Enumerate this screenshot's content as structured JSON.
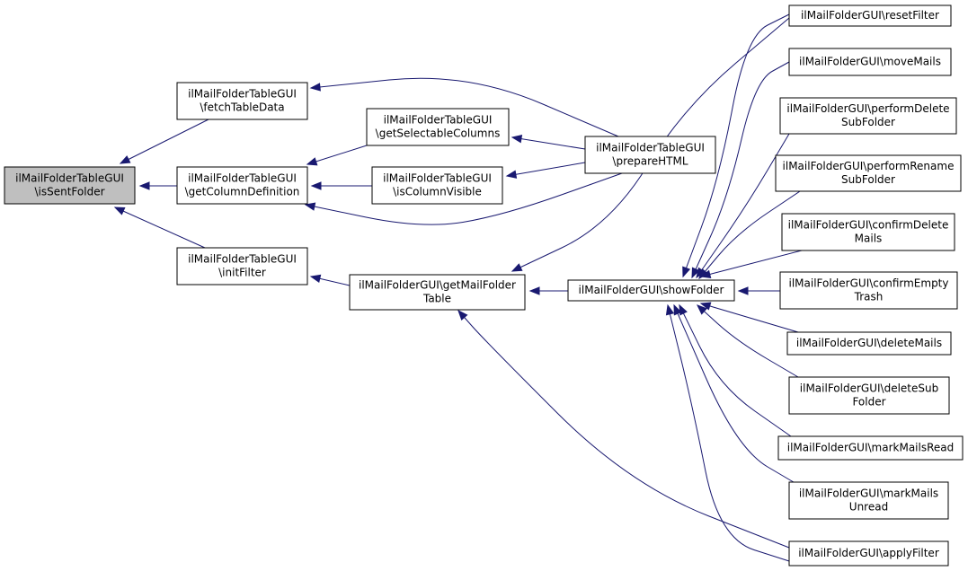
{
  "diagram": {
    "edge_color": "#191970",
    "root_fill": "#bfbfbf",
    "nodes": [
      {
        "id": "isSentFolder",
        "lines": [
          "ilMailFolderTableGUI",
          "\\isSentFolder"
        ],
        "root": true
      },
      {
        "id": "fetchTableData",
        "lines": [
          "ilMailFolderTableGUI",
          "\\fetchTableData"
        ]
      },
      {
        "id": "getColumnDefinition",
        "lines": [
          "ilMailFolderTableGUI",
          "\\getColumnDefinition"
        ]
      },
      {
        "id": "initFilter",
        "lines": [
          "ilMailFolderTableGUI",
          "\\initFilter"
        ]
      },
      {
        "id": "getSelectableColumns",
        "lines": [
          "ilMailFolderTableGUI",
          "\\getSelectableColumns"
        ]
      },
      {
        "id": "isColumnVisible",
        "lines": [
          "ilMailFolderTableGUI",
          "\\isColumnVisible"
        ]
      },
      {
        "id": "prepareHTML",
        "lines": [
          "ilMailFolderTableGUI",
          "\\prepareHTML"
        ]
      },
      {
        "id": "getMailFolderTable",
        "lines": [
          "ilMailFolderGUI\\getMailFolder",
          "Table"
        ]
      },
      {
        "id": "showFolder",
        "lines": [
          "ilMailFolderGUI\\showFolder"
        ]
      },
      {
        "id": "resetFilter",
        "lines": [
          "ilMailFolderGUI\\resetFilter"
        ]
      },
      {
        "id": "moveMails",
        "lines": [
          "ilMailFolderGUI\\moveMails"
        ]
      },
      {
        "id": "performDeleteSubFolder",
        "lines": [
          "ilMailFolderGUI\\performDelete",
          "SubFolder"
        ]
      },
      {
        "id": "performRenameSubFolder",
        "lines": [
          "ilMailFolderGUI\\performRename",
          "SubFolder"
        ]
      },
      {
        "id": "confirmDeleteMails",
        "lines": [
          "ilMailFolderGUI\\confirmDelete",
          "Mails"
        ]
      },
      {
        "id": "confirmEmptyTrash",
        "lines": [
          "ilMailFolderGUI\\confirmEmpty",
          "Trash"
        ]
      },
      {
        "id": "deleteMails",
        "lines": [
          "ilMailFolderGUI\\deleteMails"
        ]
      },
      {
        "id": "deleteSubFolder",
        "lines": [
          "ilMailFolderGUI\\deleteSub",
          "Folder"
        ]
      },
      {
        "id": "markMailsRead",
        "lines": [
          "ilMailFolderGUI\\markMailsRead"
        ]
      },
      {
        "id": "markMailsUnread",
        "lines": [
          "ilMailFolderGUI\\markMails",
          "Unread"
        ]
      },
      {
        "id": "applyFilter",
        "lines": [
          "ilMailFolderGUI\\applyFilter"
        ]
      }
    ],
    "edges": [
      {
        "from": "fetchTableData",
        "to": "isSentFolder"
      },
      {
        "from": "getColumnDefinition",
        "to": "isSentFolder"
      },
      {
        "from": "initFilter",
        "to": "isSentFolder"
      },
      {
        "from": "prepareHTML",
        "to": "fetchTableData"
      },
      {
        "from": "getSelectableColumns",
        "to": "getColumnDefinition"
      },
      {
        "from": "isColumnVisible",
        "to": "getColumnDefinition"
      },
      {
        "from": "prepareHTML",
        "to": "getColumnDefinition"
      },
      {
        "from": "getMailFolderTable",
        "to": "initFilter"
      },
      {
        "from": "prepareHTML",
        "to": "getSelectableColumns"
      },
      {
        "from": "prepareHTML",
        "to": "isColumnVisible"
      },
      {
        "from": "showFolder",
        "to": "getMailFolderTable"
      },
      {
        "from": "resetFilter",
        "to": "getMailFolderTable"
      },
      {
        "from": "applyFilter",
        "to": "getMailFolderTable"
      },
      {
        "from": "resetFilter",
        "to": "showFolder"
      },
      {
        "from": "moveMails",
        "to": "showFolder"
      },
      {
        "from": "performDeleteSubFolder",
        "to": "showFolder"
      },
      {
        "from": "performRenameSubFolder",
        "to": "showFolder"
      },
      {
        "from": "confirmDeleteMails",
        "to": "showFolder"
      },
      {
        "from": "confirmEmptyTrash",
        "to": "showFolder"
      },
      {
        "from": "deleteMails",
        "to": "showFolder"
      },
      {
        "from": "deleteSubFolder",
        "to": "showFolder"
      },
      {
        "from": "markMailsRead",
        "to": "showFolder"
      },
      {
        "from": "markMailsUnread",
        "to": "showFolder"
      },
      {
        "from": "applyFilter",
        "to": "showFolder"
      }
    ]
  }
}
